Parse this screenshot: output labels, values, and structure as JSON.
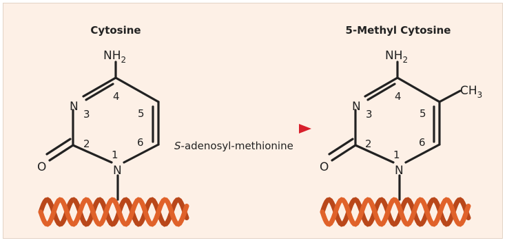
{
  "left": {
    "title": "Cytosine",
    "amine_main": "NH",
    "amine_sub": "2",
    "ring_n": "N",
    "carbonyl_o": "O",
    "bottom_n": "N",
    "positions": [
      "4",
      "3",
      "5",
      "2",
      "6",
      "1"
    ]
  },
  "right": {
    "title": "5-Methyl Cytosine",
    "amine_main": "NH",
    "amine_sub": "2",
    "methyl_main": "CH",
    "methyl_sub": "3",
    "ring_n": "N",
    "carbonyl_o": "O",
    "bottom_n": "N",
    "positions": [
      "4",
      "3",
      "5",
      "2",
      "6",
      "1"
    ]
  },
  "reaction": {
    "reagent_italic": "S",
    "reagent_rest": "-adenosyl-methionine"
  },
  "colors": {
    "background": "#fdf0e6",
    "arrow": "#d8202c",
    "dna": "#e0622a",
    "dna_dark": "#b9471a"
  }
}
